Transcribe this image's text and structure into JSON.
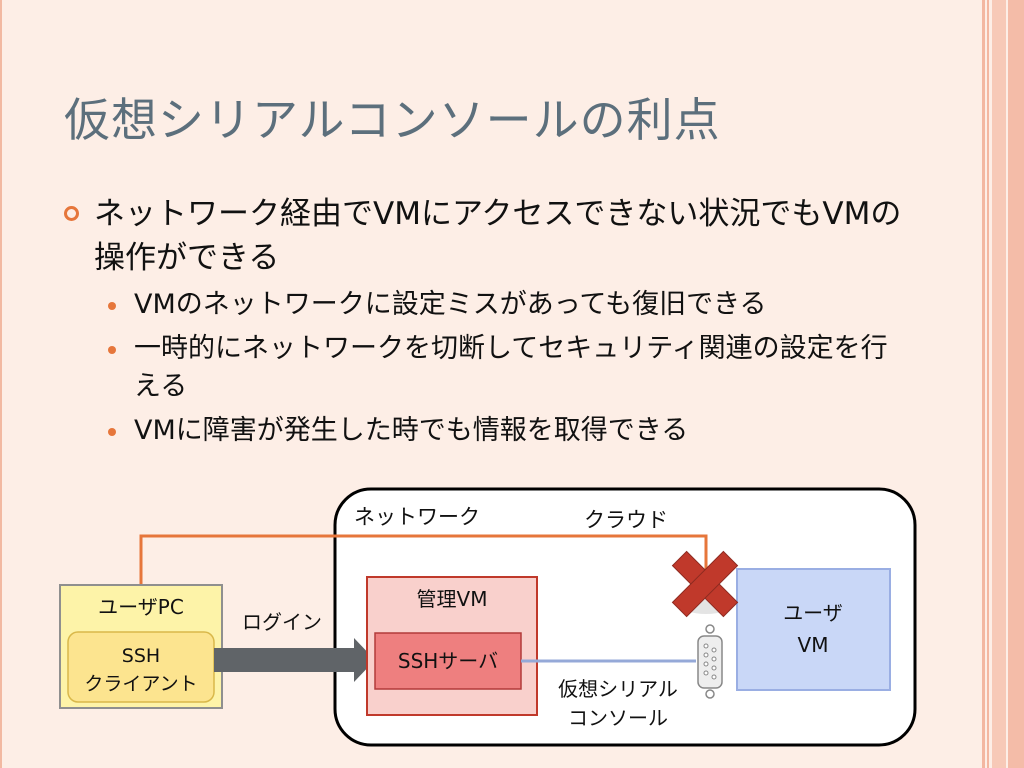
{
  "title": "仮想シリアルコンソールの利点",
  "bullets": [
    {
      "text": "ネットワーク経由でVMにアクセスできない状況でもVMの操作ができる",
      "sub": [
        "VMのネットワークに設定ミスがあっても復旧できる",
        "一時的にネットワークを切断してセキュリティ関連の設定を行える",
        "VMに障害が発生した時でも情報を取得できる"
      ]
    }
  ],
  "diagram": {
    "network_label": "ネットワーク",
    "cloud_label": "クラウド",
    "user_pc_label": "ユーザPC",
    "ssh_client_line1": "SSH",
    "ssh_client_line2": "クライアント",
    "login_label": "ログイン",
    "mgmt_vm_label": "管理VM",
    "ssh_server_label": "SSHサーバ",
    "user_vm_line1": "ユーザ",
    "user_vm_line2": "VM",
    "serial_line1": "仮想シリアル",
    "serial_line2": "コンソール",
    "colors": {
      "accent": "#e6763b",
      "user_pc_fill": "#fdf3a8",
      "ssh_client_fill": "#fce48f",
      "mgmt_vm_fill": "#f9d0cc",
      "mgmt_vm_border": "#c0392b",
      "ssh_server_fill": "#ee7f7f",
      "user_vm_fill": "#c9d7f7",
      "user_vm_border": "#9aaee3",
      "blocked_x": "#c0392b",
      "serial_line": "#95a9d8",
      "arrow": "#606468"
    },
    "icons": [
      "block-x-icon",
      "serial-port-icon",
      "login-arrow-icon"
    ]
  }
}
